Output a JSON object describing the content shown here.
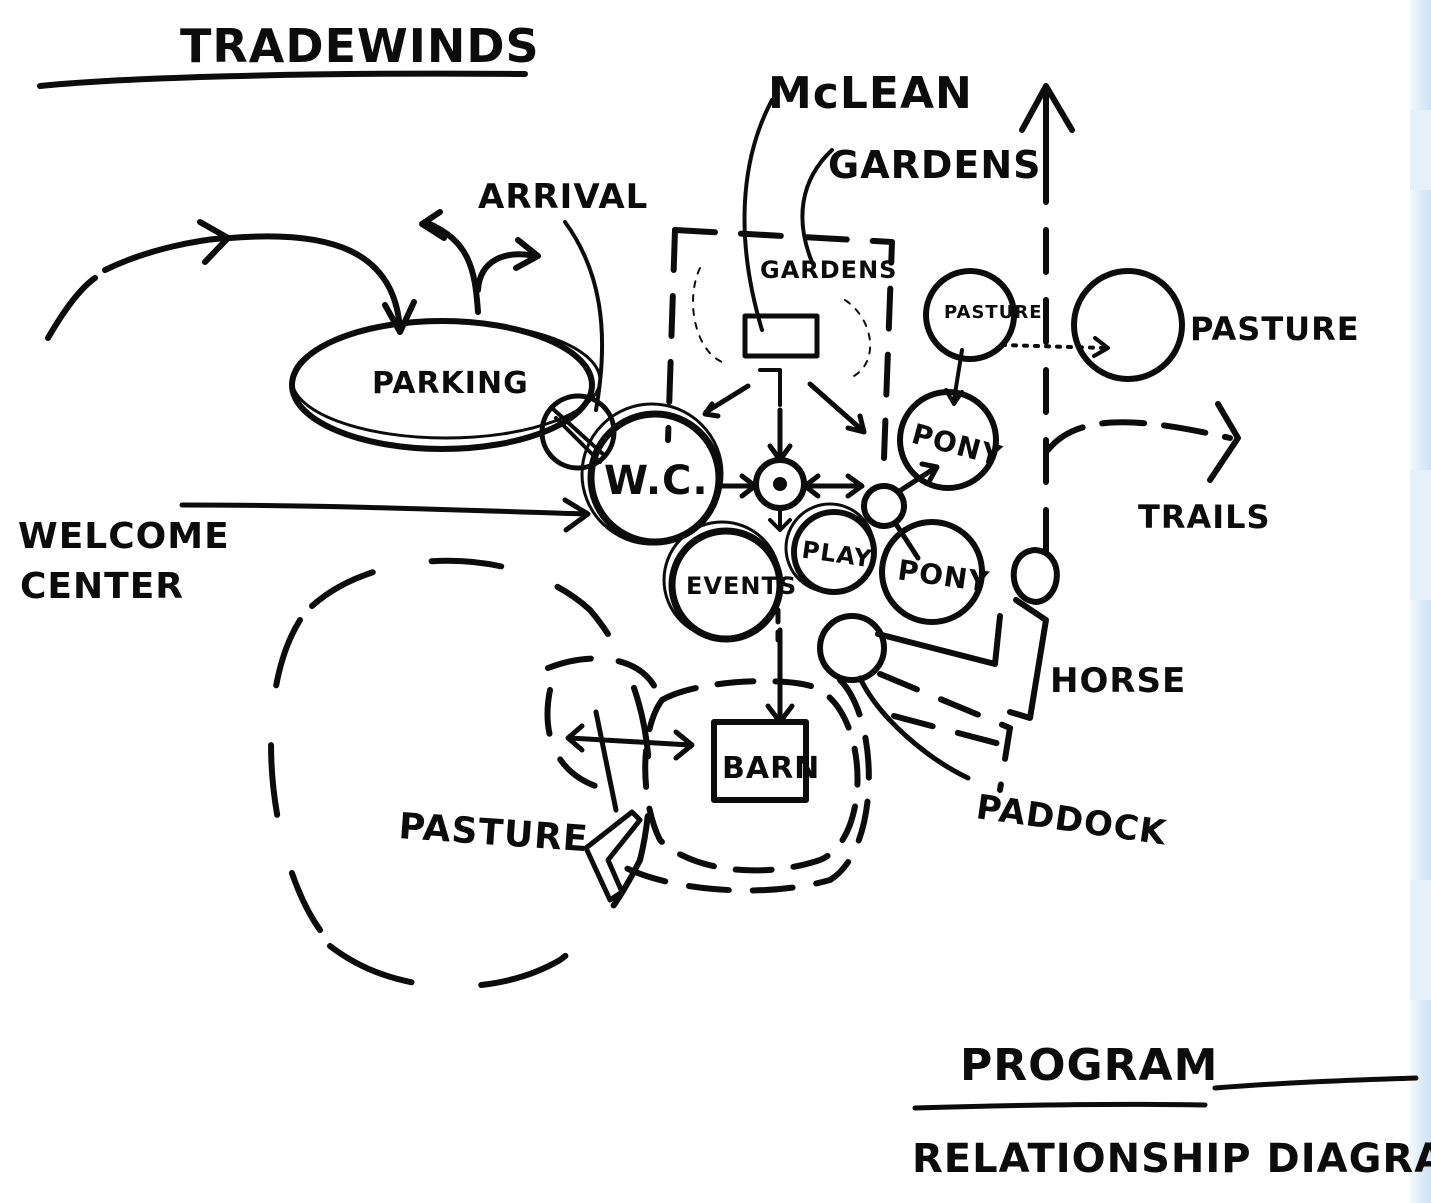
{
  "title": "TRADEWINDS",
  "labels": {
    "mclean": "McLEAN",
    "gardens_area": "GARDENS",
    "arrival": "ARRIVAL",
    "parking": "PARKING",
    "welcome_1": "WELCOME",
    "welcome_2": "CENTER",
    "wc": "W.C.",
    "gardens_box": "GARDENS",
    "pasture_small": "PASTURE",
    "pasture_right": "PASTURE",
    "pony_1": "PONY",
    "pony_2": "PONY",
    "play": "PLAY",
    "events": "EVENTS",
    "trails": "TRAILS",
    "horse": "HORSE",
    "barn": "BARN",
    "pasture_main": "PASTURE",
    "paddock": "PADDOCK",
    "program": "PROGRAM",
    "relationship": "RELATIONSHIP DIAGRAM"
  },
  "colors": {
    "ink": "#0c0c0c",
    "paper": "#ffffff",
    "edge_strip": "#cfe2f3"
  }
}
